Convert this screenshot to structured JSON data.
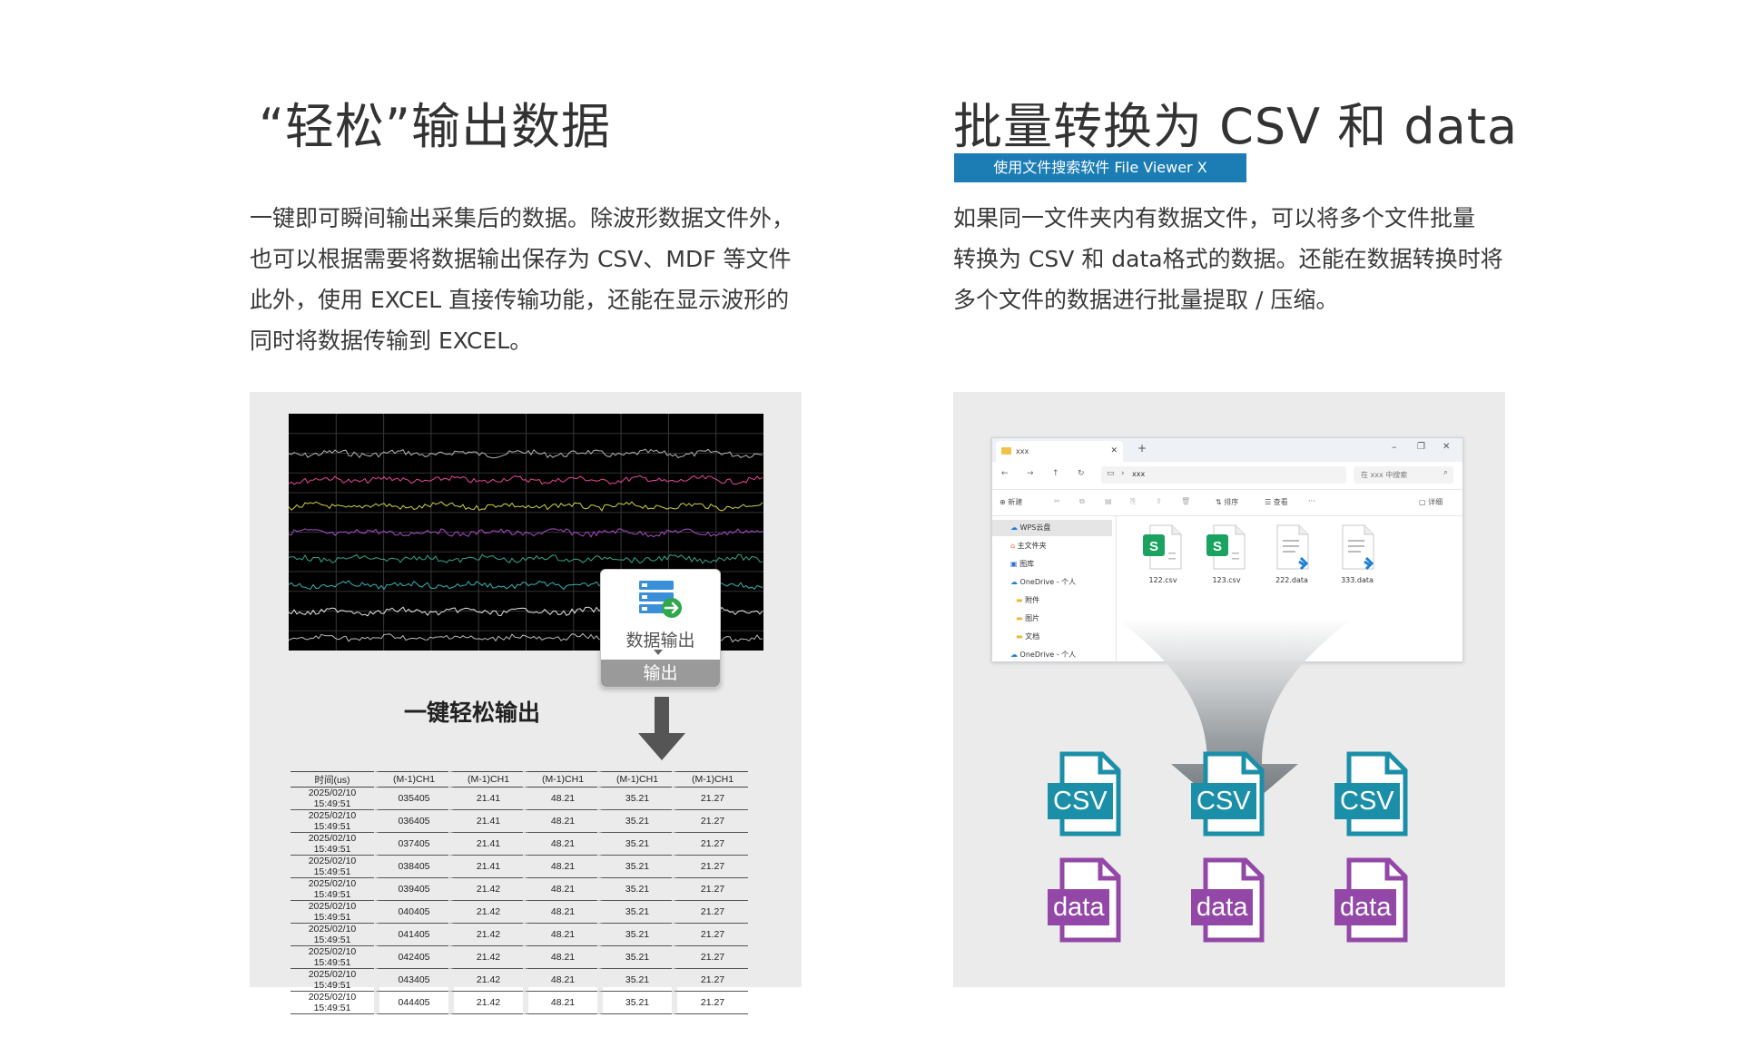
{
  "left": {
    "heading": "“轻松”输出数据",
    "paragraph_lines": [
      "一键即可瞬间输出采集后的数据。除波形数据文件外，",
      "也可以根据需要将数据输出保存为 CSV、MDF 等文件",
      "此外，使用 EXCEL 直接传输功能，还能在显示波形的",
      "同时将数据传输到 EXCEL。"
    ],
    "popup": {
      "icon": "database-export-icon",
      "label": "数据输出",
      "footer": "输出"
    },
    "caption": "一键轻松输出",
    "table": {
      "headers": [
        "时间(us)",
        "(M-1)CH1",
        "(M-1)CH1",
        "(M-1)CH1",
        "(M-1)CH1",
        "(M-1)CH1"
      ],
      "rows": [
        [
          "2025/02/10 15:49:51",
          "035405",
          "21.41",
          "48.21",
          "35.21",
          "21.27"
        ],
        [
          "2025/02/10 15:49:51",
          "036405",
          "21.41",
          "48.21",
          "35.21",
          "21.27"
        ],
        [
          "2025/02/10 15:49:51",
          "037405",
          "21.41",
          "48.21",
          "35.21",
          "21.27"
        ],
        [
          "2025/02/10 15:49:51",
          "038405",
          "21.41",
          "48.21",
          "35.21",
          "21.27"
        ],
        [
          "2025/02/10 15:49:51",
          "039405",
          "21.42",
          "48.21",
          "35.21",
          "21.27"
        ],
        [
          "2025/02/10 15:49:51",
          "040405",
          "21.42",
          "48.21",
          "35.21",
          "21.27"
        ],
        [
          "2025/02/10 15:49:51",
          "041405",
          "21.42",
          "48.21",
          "35.21",
          "21.27"
        ],
        [
          "2025/02/10 15:49:51",
          "042405",
          "21.42",
          "48.21",
          "35.21",
          "21.27"
        ],
        [
          "2025/02/10 15:49:51",
          "043405",
          "21.42",
          "48.21",
          "35.21",
          "21.27"
        ],
        [
          "2025/02/10 15:49:51",
          "044405",
          "21.42",
          "48.21",
          "35.21",
          "21.27"
        ]
      ]
    },
    "wave_colors": [
      "#c8c8c8",
      "#ff4fa8",
      "#e8e84a",
      "#c050e0",
      "#3ab89a",
      "#3ec6c8",
      "#ffffff",
      "#cfcfcf"
    ]
  },
  "right": {
    "heading": "批量转换为 CSV 和 data",
    "tag": "使用文件搜索软件 File Viewer X",
    "paragraph_lines": [
      "如果同一文件夹内有数据文件，可以将多个文件批量",
      "转换为 CSV 和 data格式的数据。还能在数据转换时将",
      "多个文件的数据进行批量提取 / 压缩。"
    ],
    "explorer": {
      "tab_title": "xxx",
      "address": "xxx",
      "search_placeholder": "在 xxx 中搜索",
      "toolbar": {
        "new": "新建",
        "sort": "排序",
        "view": "查看",
        "more": "···",
        "details": "详细"
      },
      "sidebar": [
        "WPS云盘",
        "主文件夹",
        "图库",
        "OneDrive - 个人",
        "附件",
        "图片",
        "文档",
        "OneDrive - 个人"
      ],
      "files": [
        {
          "name": "122.csv",
          "kind": "spreadsheet"
        },
        {
          "name": "123.csv",
          "kind": "spreadsheet"
        },
        {
          "name": "222.data",
          "kind": "code"
        },
        {
          "name": "333.data",
          "kind": "code"
        }
      ]
    },
    "outputs": {
      "csv_label": "CSV",
      "data_label": "data",
      "csv_color": "#1b8fa8",
      "data_color": "#9348a8"
    }
  }
}
